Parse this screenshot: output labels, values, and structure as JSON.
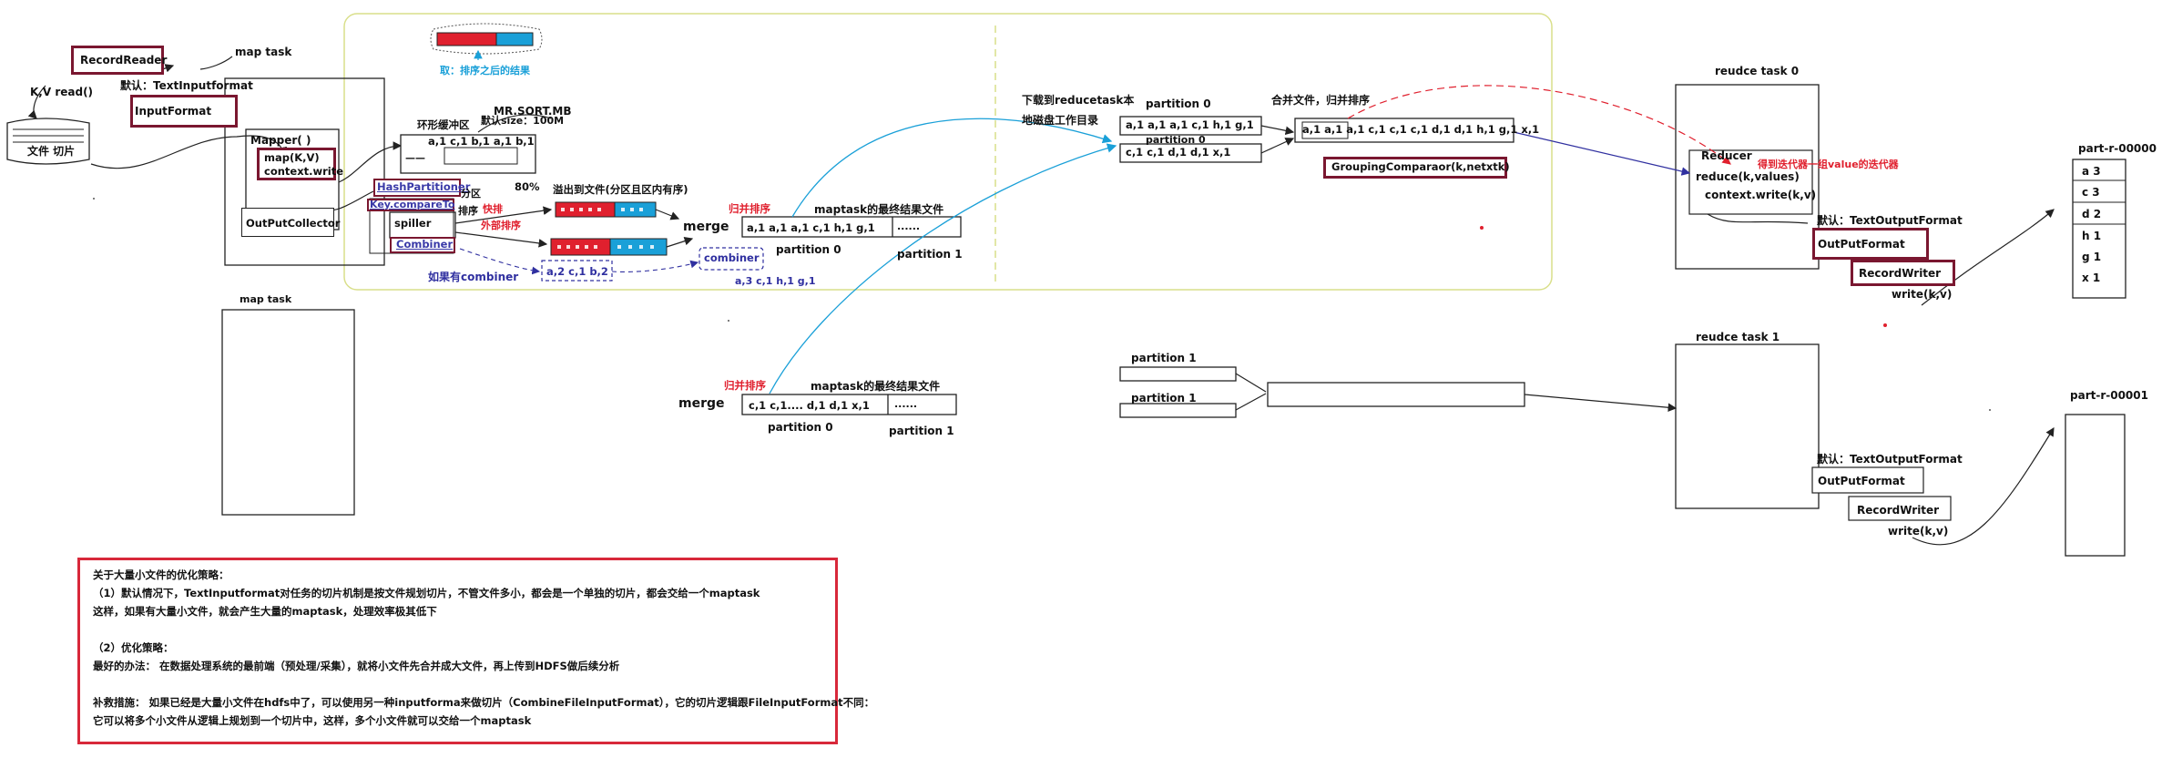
{
  "labels": {
    "record_reader": "RecordReader",
    "kv_read": "K,V read()",
    "file_split": "文件 切片",
    "map_task_top": "map task",
    "default_input": "默认：TextInputformat",
    "input_format": "InputFormat",
    "mapper": "Mapper( )",
    "map_kv": "map(K,V)",
    "context_write": "context.write",
    "output_collector": "OutPutCollector",
    "map_task_lower": "map task",
    "ring_buffer": "环形缓冲区",
    "mr_sort": "MR.SORT.MB",
    "default_size": "默认size：100M",
    "percent80": "80%",
    "buffer_cells": "a,1  c,1  b,1 a,1 b,1",
    "buffer_dash": "——",
    "hash_partitioner": "HashPartitioner",
    "fen_qu": "分区",
    "key_compare": "Key.compareTo",
    "pai_xu": "排序",
    "spiller": "spiller",
    "combiner": "Combiner",
    "quick_sort": "快排",
    "external_sort": "外部排序",
    "spill_to_file": "溢出到文件(分区且区内有序)",
    "if_combiner": "如果有combiner",
    "combiner_out": "a,2  c,1  b,2",
    "combiner_right": "combiner",
    "combiner_result": "a,3 c,1 h,1 g,1",
    "sorted_result": "取：排序之后的结果",
    "merge1": "merge",
    "merge_sort1": "归并排序",
    "map_final1": "maptask的最终结果文件",
    "final_cells1": "a,1 a,1 a,1 c,1 h,1 g,1",
    "final_dots1": "......",
    "partition0_a": "partition 0",
    "partition1_a": "partition 1",
    "merge2": "merge",
    "merge_sort2": "归并排序",
    "map_final2": "maptask的最终结果文件",
    "final_cells2": "c,1 c,1.... d,1 d,1 x,1",
    "final_dots2": "......",
    "partition0_b": "partition 0",
    "partition1_b": "partition 1",
    "download": "下载到reducetask本",
    "local_dir": "地磁盘工作目录",
    "partition0_r1": "partition 0",
    "r1_cells": "a,1 a,1 a,1 c,1 h,1 g,1",
    "partition0_r2": "partition 0",
    "r2_cells": "c,1 c,1     d,1 d,1 x,1",
    "merge_files": "合并文件，归并排序",
    "merged_cells": "a,1 a,1  a,1 c,1  c,1  c,1   d,1 d,1   h,1 g,1   x,1",
    "grouping": "GroupingComparaor(k,netxtk)",
    "reduce_task0": "reudce task 0",
    "reducer": "Reducer",
    "reduce_kv": "reduce(k,values)",
    "context_write_kv": "context.write(k,v)",
    "value_iterator": "得到迭代器一组value的迭代器",
    "default_output0": "默认：TextOutputFormat",
    "output_format0": "OutPutFormat",
    "record_writer0": "RecordWriter",
    "write_kv0": "write(k,v)",
    "part_r_00000": "part-r-00000",
    "part_vals": [
      "a 3",
      "c 3",
      "d 2",
      "h 1",
      "g 1",
      "x 1"
    ],
    "partition1_c": "partition  1",
    "partition1_d": "partition  1",
    "reduce_task1": "reudce task 1",
    "default_output1": "默认：TextOutputFormat",
    "output_format1": "OutPutFormat",
    "record_writer1": "RecordWriter",
    "write_kv1": "write(k,v)",
    "part_r_00001": "part-r-00001"
  },
  "note": {
    "lines": [
      "关于大量小文件的优化策略：",
      "（1）默认情况下，TextInputformat对任务的切片机制是按文件规划切片，不管文件多小，都会是一个单独的切片，都会交给一个maptask",
      "这样，如果有大量小文件，就会产生大量的maptask，处理效率极其低下",
      "",
      "（2）优化策略：",
      "最好的办法：   在数据处理系统的最前端（预处理/采集），就将小文件先合并成大文件，再上传到HDFS做后续分析",
      "",
      "补救措施：  如果已经是大量小文件在hdfs中了，可以使用另一种inputforma来做切片（CombineFileInputFormat），它的切片逻辑跟FileInputFormat不同：",
      "                               它可以将多个小文件从逻辑上规划到一个切片中，这样，多个小文件就可以交给一个maptask"
    ]
  },
  "colors": {
    "dark_red": "#7a1730",
    "red": "#e0202e",
    "blue_link": "#1aa0d8",
    "navy": "#3030a0",
    "yellow_border": "#d9df8a",
    "note_border": "#d8283a"
  }
}
